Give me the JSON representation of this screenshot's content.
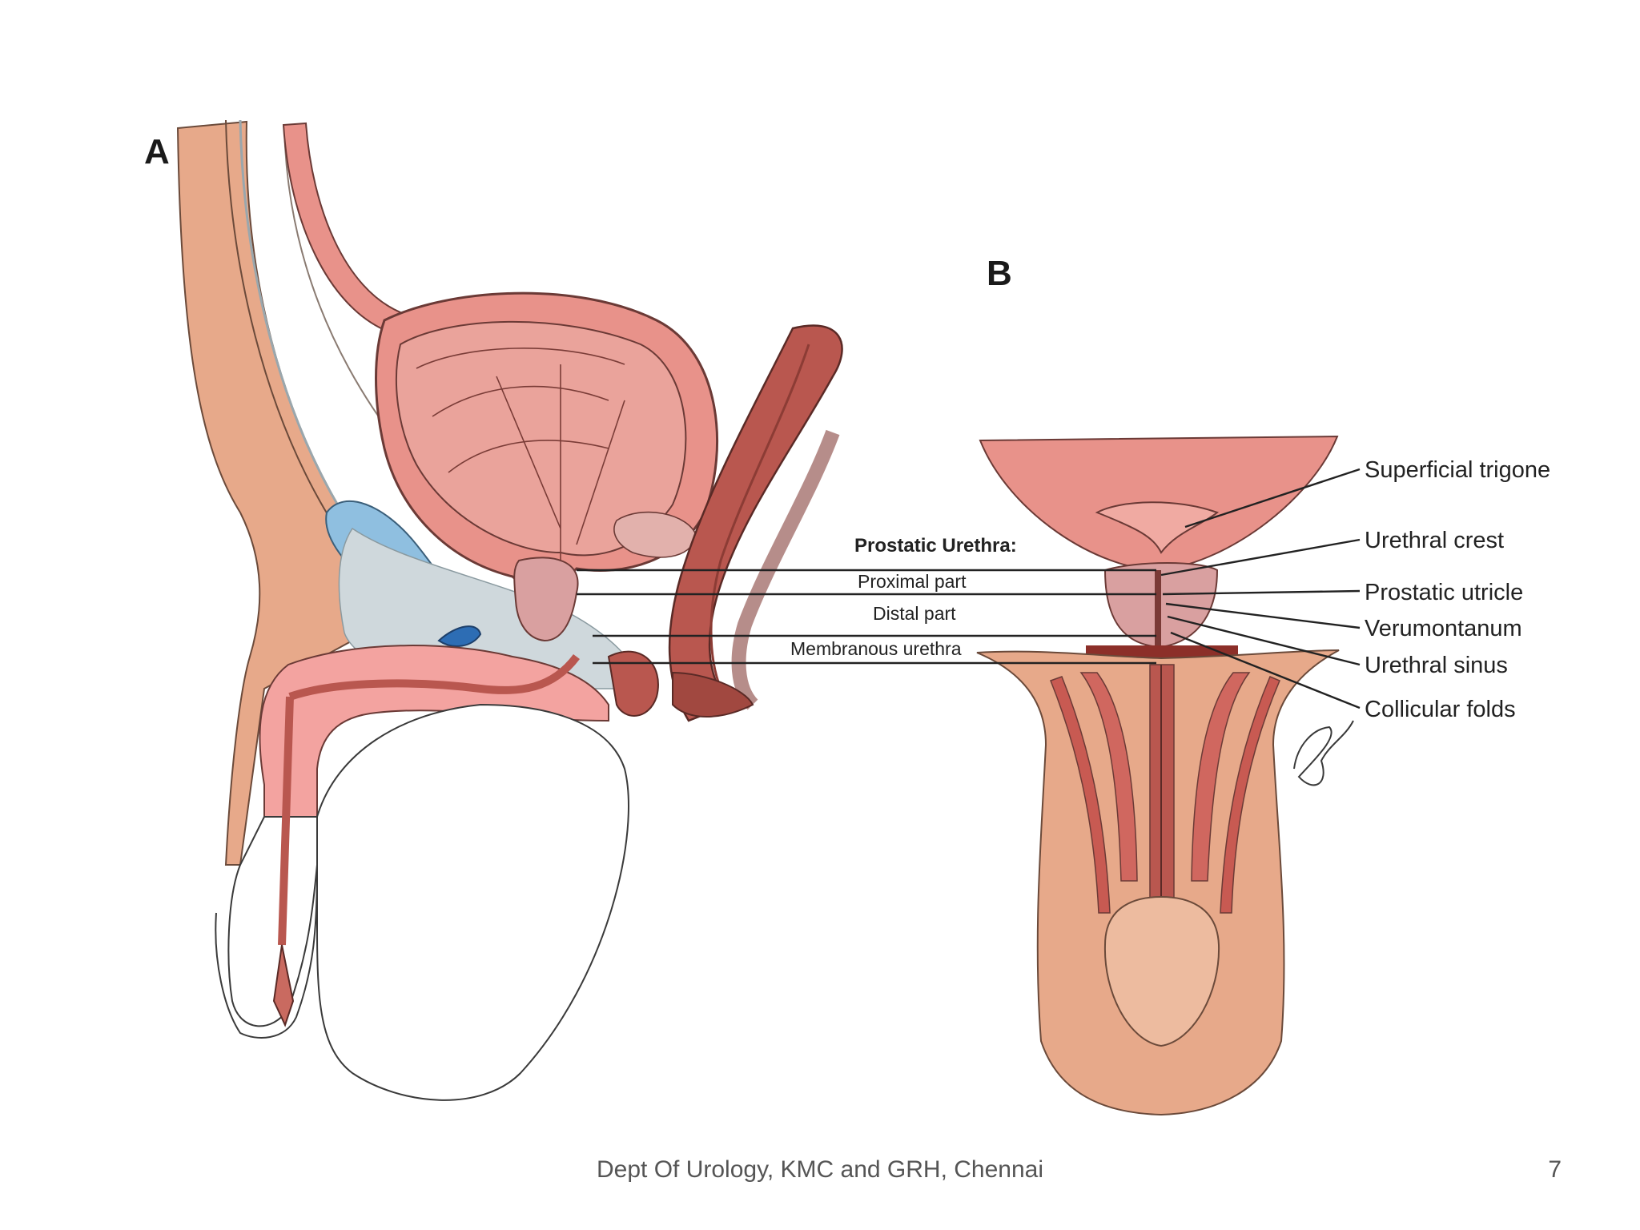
{
  "figure": {
    "panel_a": "A",
    "panel_b": "B",
    "prostatic_urethra": "Prostatic Urethra:",
    "proximal_part": "Proximal part",
    "distal_part": "Distal part",
    "membranous_urethra": "Membranous urethra",
    "labels_b": {
      "superficial_trigone": "Superficial trigone",
      "urethral_crest": "Urethral crest",
      "prostatic_utricle": "Prostatic utricle",
      "verumontanum": "Verumontanum",
      "urethral_sinus": "Urethral sinus",
      "collicular_folds": "Collicular folds"
    }
  },
  "footer": {
    "text": "Dept Of Urology, KMC and GRH, Chennai",
    "page_number": "7"
  },
  "colors": {
    "skin": "#e7a98a",
    "bladder": "#e8928a",
    "muscle": "#b9574f",
    "bone": "#8fbfe0",
    "tissue": "#cfd8dc",
    "penis": "#f3a3a0"
  }
}
